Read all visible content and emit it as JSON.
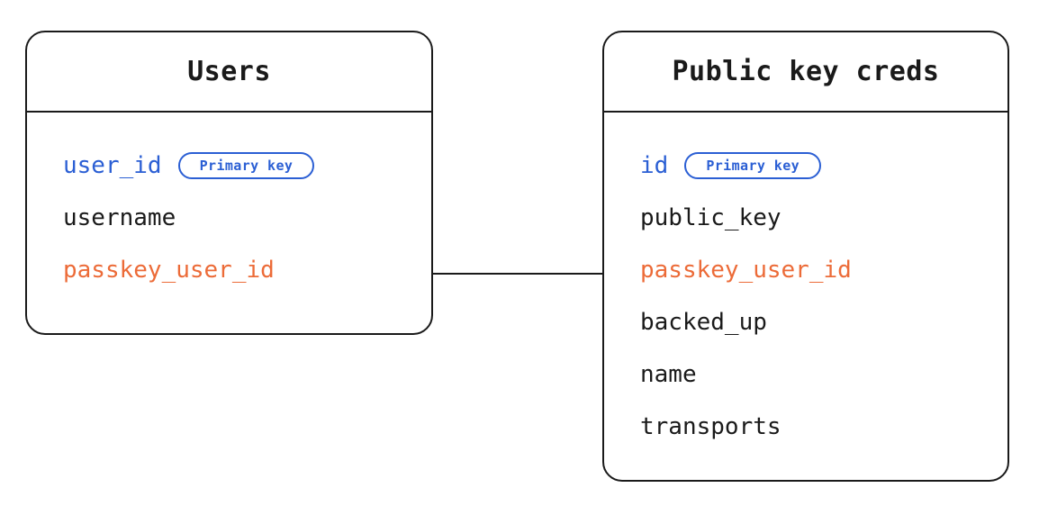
{
  "diagram": {
    "type": "entity-relationship-diagram",
    "background_color": "#ffffff",
    "colors": {
      "border": "#1a1a1a",
      "text": "#1a1a1a",
      "primary_key_accent": "#2b5fd4",
      "foreign_key_accent": "#ec6b38"
    },
    "entities": [
      {
        "id": "users",
        "title": "Users",
        "fields": [
          {
            "name": "user_id",
            "accent": "blue",
            "badge": "Primary key"
          },
          {
            "name": "username",
            "accent": "none",
            "badge": null
          },
          {
            "name": "passkey_user_id",
            "accent": "orange",
            "badge": null
          }
        ]
      },
      {
        "id": "public-key-creds",
        "title": "Public key creds",
        "fields": [
          {
            "name": "id",
            "accent": "blue",
            "badge": "Primary key"
          },
          {
            "name": "public_key",
            "accent": "none",
            "badge": null
          },
          {
            "name": "passkey_user_id",
            "accent": "orange",
            "badge": null
          },
          {
            "name": "backed_up",
            "accent": "none",
            "badge": null
          },
          {
            "name": "name",
            "accent": "none",
            "badge": null
          },
          {
            "name": "transports",
            "accent": "none",
            "badge": null
          }
        ]
      }
    ],
    "relationships": [
      {
        "id": "users-to-public-key-creds",
        "from_entity": "users",
        "from_field": "passkey_user_id",
        "to_entity": "public-key-creds",
        "to_field": "passkey_user_id",
        "style": "straight-line"
      }
    ]
  }
}
